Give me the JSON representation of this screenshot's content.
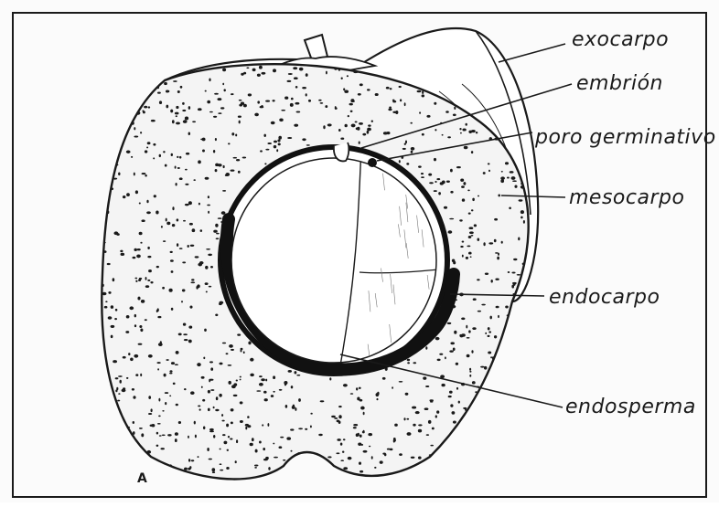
{
  "diagram": {
    "labels": {
      "exocarpo": "exocarpo",
      "embrion": "embrión",
      "poro": "poro germinativo",
      "mesocarpo": "mesocarpo",
      "endocarpo": "endocarpo",
      "endosperma": "endosperma"
    },
    "panel_letter": "A",
    "colors": {
      "ink": "#1a1a1a",
      "paper": "#fbfbfb"
    }
  }
}
